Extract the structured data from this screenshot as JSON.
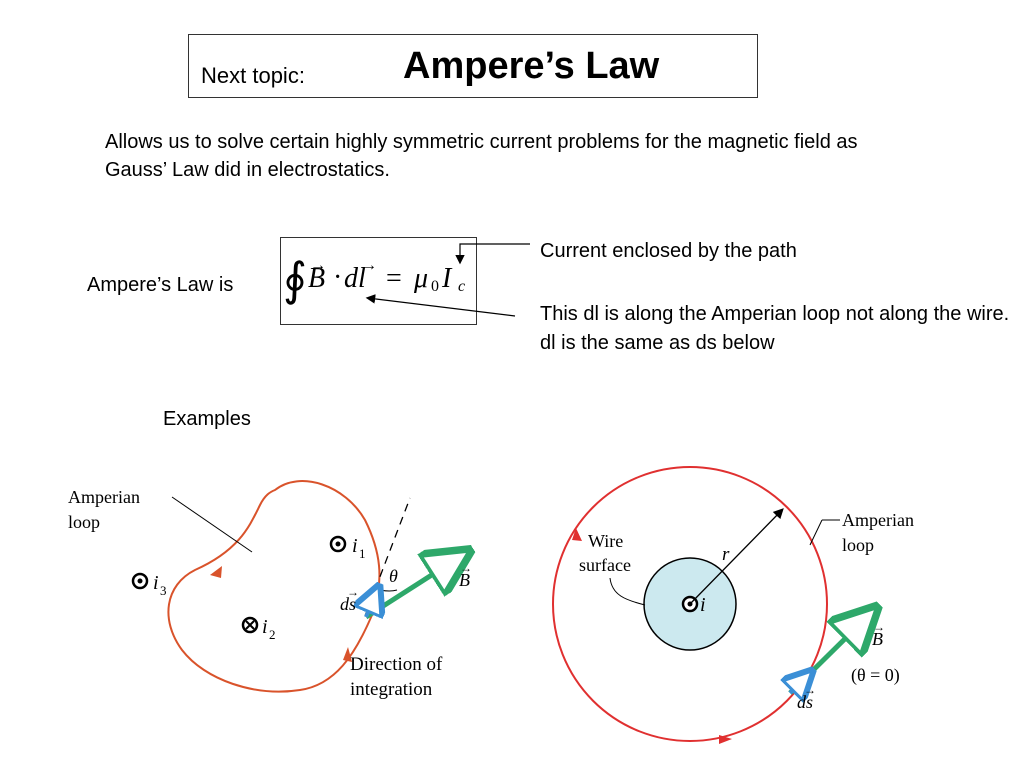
{
  "title": {
    "prefix": "Next topic:",
    "main": "Ampere’s Law"
  },
  "intro": "Allows us to solve certain highly symmetric current problems for the magnetic field as Gauss’ Law did in electrostatics.",
  "equation": {
    "label": "Ampere’s Law is",
    "integral_symbol": "∮",
    "B": "B",
    "dot": "·",
    "dl": "dl",
    "equals": "=",
    "mu": "μ",
    "mu_sub": "0",
    "I": "I",
    "I_sub": "c"
  },
  "annotations": {
    "current_enclosed": "Current  enclosed by the path",
    "dl_note": "This dl is along the Amperian loop not along the wire. dl is the same as ds below"
  },
  "examples_label": "Examples",
  "figure_left": {
    "amperian_label_1": "Amperian",
    "amperian_label_2": "loop",
    "i1": "i",
    "i1_sub": "1",
    "i2": "i",
    "i2_sub": "2",
    "i3": "i",
    "i3_sub": "3",
    "theta": "θ",
    "ds": "ds",
    "B": "B",
    "direction_1": "Direction of",
    "direction_2": "integration"
  },
  "figure_right": {
    "wire_label_1": "Wire",
    "wire_label_2": "surface",
    "r": "r",
    "i": "i",
    "amperian_label_1": "Amperian",
    "amperian_label_2": "loop",
    "B": "B",
    "theta_eq": "(θ = 0)",
    "ds": "ds"
  },
  "colors": {
    "loop": "#d9532b",
    "circle": "#e03030",
    "arrow_green": "#2ea86a",
    "arrow_blue": "#3b8fd6",
    "wire_fill": "#cce9ef"
  }
}
